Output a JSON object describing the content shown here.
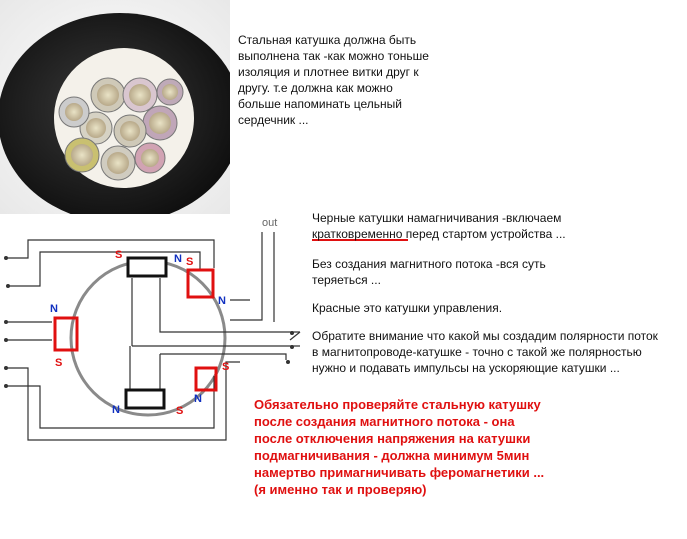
{
  "note_top": "Стальная катушка должна быть\nвыполнена так -как можно тоньше\nизоляция и плотнее витки друг к\nдругу. т.е должна как можно\nбольше напоминать цельный\nсердечник ...",
  "note_black_coils": "Черные катушки намагничивания -включаем\nкратковременно перед стартом устройства ...",
  "note_no_flux": "Без создания магнитного потока -вся суть\nтеряеться ...",
  "note_red_coils": "Красные это катушки управления.",
  "note_polarity": "Обратите внимание что какой мы создадим полярности поток\nв магнитопроводе-катушке  - точно с такой же полярностью\nнужно и подавать импульсы на ускоряющие катушки ...",
  "note_warning": "Обязательно проверяйте стальную катушку\nпосле создания магнитного потока - она\nпосле отключения напряжения на катушки\nподмагничивания - должна минимум 5мин\nнамертво примагничивать феромагнетики ...\n(я именно так и проверяю)",
  "label_out": "out",
  "poles": {
    "top_black_s": "S",
    "top_black_n": "N",
    "right_red_s": "S",
    "right_red_n": "N",
    "left_red_n": "N",
    "left_red_s": "S",
    "lowright_red_s": "S",
    "lowright_red_n": "N",
    "bottom_black_n": "N",
    "bottom_black_s": "S"
  },
  "colors": {
    "black_coil": "#111111",
    "red_coil": "#e01010",
    "ring": "#8a8a8a",
    "wire": "#333333",
    "pole_label": "#e01010",
    "pole_n": "#1030c0"
  }
}
